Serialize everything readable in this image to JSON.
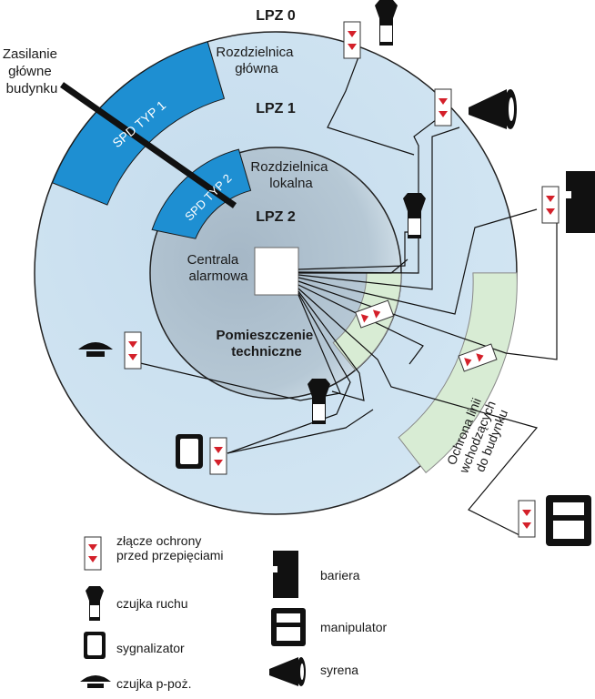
{
  "zones": {
    "lpz0": "LPZ 0",
    "lpz1": "LPZ 1",
    "lpz2": "LPZ 2"
  },
  "labels": {
    "main_supply": [
      "Zasilanie",
      "główne",
      "budynku"
    ],
    "main_distribution": [
      "Rozdzielnica",
      "główna"
    ],
    "local_distribution": [
      "Rozdzielnica",
      "lokalna"
    ],
    "spd1": "SPD TYP 1",
    "spd2": "SPD TYP 2",
    "alarm_panel": [
      "Centrala",
      "alarmowa"
    ],
    "technical_room": [
      "Pomieszczenie",
      "techniczne"
    ],
    "line_protection": [
      "Ochrona linii",
      "wchodzących",
      "do budynku"
    ]
  },
  "legend": {
    "surge": [
      "złącze ochrony",
      "przed przepięciami"
    ],
    "motion": "czujka ruchu",
    "signaller": "sygnalizator",
    "fire": "czujka p-poż.",
    "barrier": "bariera",
    "keypad": "manipulator",
    "siren": "syrena"
  },
  "colors": {
    "outer_zone": "#cfe4f2",
    "inner_zone": "#a9bccb",
    "spd_band": "#1e8fd2",
    "protection_band": "#d8ecd4",
    "surge_mark": "#d4202a"
  }
}
